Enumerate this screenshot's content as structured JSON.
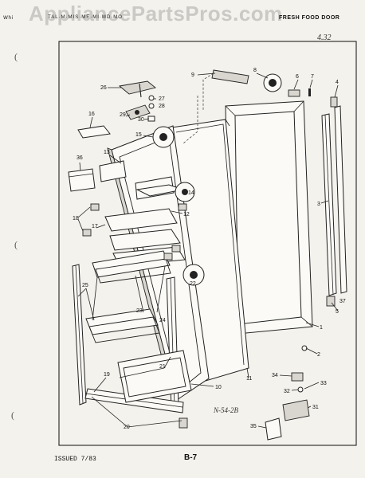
{
  "header": {
    "left_glyph": "Whi",
    "code": "TAL·M·MIS·ME·MI·MD·MO",
    "right": "FRESH FOOD DOOR",
    "page_mark": "4.32"
  },
  "watermark": "AppliancePartsPros.com",
  "handwritten_note": "N-54-2B",
  "footer": {
    "issued": "ISSUED 7/83",
    "page": "B-7"
  },
  "callouts": [
    "1",
    "2",
    "3",
    "4",
    "5",
    "6",
    "7",
    "8",
    "9",
    "10",
    "11",
    "12",
    "13",
    "14",
    "15",
    "16",
    "17",
    "18",
    "19",
    "20",
    "21",
    "22",
    "23",
    "24",
    "25",
    "26",
    "27",
    "28",
    "29",
    "30",
    "31",
    "32",
    "33",
    "34",
    "35",
    "36",
    "37"
  ],
  "colors": {
    "paper": "#f4f2ec",
    "ink": "#1a1a1a",
    "watermark": "#969696"
  }
}
